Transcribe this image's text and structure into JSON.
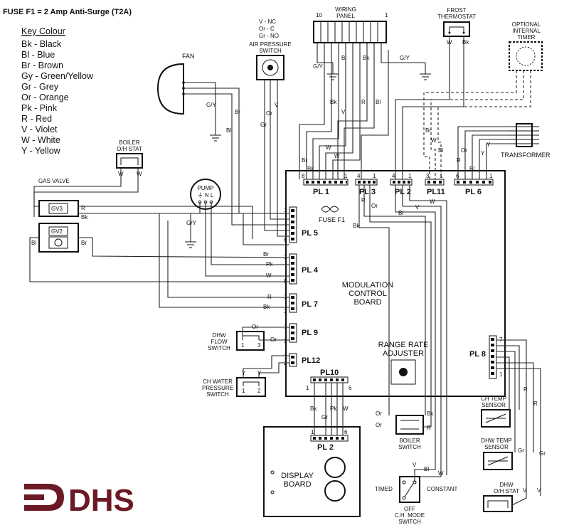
{
  "header": {
    "fuse_note": "FUSE F1 = 2 Amp Anti-Surge (T2A)"
  },
  "key": {
    "title": "Key Colour",
    "items": [
      "Bk - Black",
      "Bl - Blue",
      "Br - Brown",
      "Gy - Green/Yellow",
      "Gr - Grey",
      "Or - Orange",
      "Pk - Pink",
      "R - Red",
      "V - Violet",
      "W - White",
      "Y - Yellow"
    ]
  },
  "components": {
    "fan": "FAN",
    "air_switch_legend": [
      "V - NC",
      "Or - C",
      "Gr - NO"
    ],
    "air_switch_name": [
      "AIR PRESSURE",
      "SWITCH"
    ],
    "wiring_panel_name": [
      "WIRING",
      "PANEL"
    ],
    "wiring_panel_pin_left": "10",
    "wiring_panel_pin_right": "1",
    "frost_thermostat": [
      "FROST",
      "THERMOSTAT"
    ],
    "optional_timer": [
      "OPTIONAL",
      "INTERNAL",
      "TIMER"
    ],
    "transformer": "TRANSFORMER",
    "boiler_oh_stat": [
      "BOILER",
      "O/H STAT"
    ],
    "gas_valve": "GAS VALVE",
    "gv3": "GV3",
    "gv2": "GV2",
    "pump": "PUMP",
    "pump_terminals": "⏚ N L",
    "board": [
      "MODULATION",
      "CONTROL",
      "BOARD"
    ],
    "fuse_f1": "FUSE F1",
    "range_rate": [
      "RANGE RATE",
      "ADJUSTER"
    ],
    "dhw_flow_switch": [
      "DHW",
      "FLOW",
      "SWITCH"
    ],
    "ch_water_switch": [
      "CH WATER",
      "PRESSURE",
      "SWITCH"
    ],
    "display_board": [
      "DISPLAY",
      "BOARD"
    ],
    "boiler_switch": [
      "BOILER",
      "SWITCH"
    ],
    "ch_temp_sensor": [
      "CH TEMP",
      "SENSOR"
    ],
    "dhw_temp_sensor": [
      "DHW TEMP",
      "SENSOR"
    ],
    "dhw_oh_stat": [
      "DHW",
      "O/H STAT"
    ],
    "mode_switch": [
      "OFF",
      "C.H. MODE",
      "SWITCH"
    ],
    "timed": "TIMED",
    "constant": "CONSTANT"
  },
  "connectors": {
    "pl1": "PL 1",
    "pl2": "PL 2",
    "pl3": "PL 3",
    "pl4": "PL 4",
    "pl5": "PL 5",
    "pl6": "PL 6",
    "pl7": "PL 7",
    "pl8": "PL 8",
    "pl9": "PL 9",
    "pl10": "PL10",
    "pl11": "PL11",
    "pl12": "PL12",
    "pl2_display": "PL 2"
  },
  "pin_numbers": {
    "pl1": [
      "8",
      "1"
    ],
    "pl3": [
      "4",
      "1"
    ],
    "pl2": [
      "4",
      "1"
    ],
    "pl11": [
      "3",
      "1"
    ],
    "pl6": [
      "6",
      "1"
    ],
    "pl5": [
      "1",
      "6"
    ],
    "pl4": [
      "1",
      "5"
    ],
    "pl7": [
      "1",
      "3"
    ],
    "pl9": [
      "1",
      "3"
    ],
    "pl12": [
      "1",
      "2"
    ],
    "pl10": [
      "1",
      "6"
    ],
    "pl8": [
      "7",
      "1"
    ],
    "pl2_display": [
      "1",
      "6"
    ],
    "switch_terms": [
      "1",
      "3",
      "1",
      "2"
    ]
  },
  "wire_labels": {
    "fan_gy": "G/Y",
    "panel_gy_l": "G/Y",
    "panel_gy_r": "G/Y",
    "pump_gy": "G/Y",
    "w": "W",
    "bk": "Bk",
    "br": "Br",
    "bl": "Bl",
    "r": "R",
    "v": "V",
    "or": "Or",
    "gr": "Gr",
    "pk": "Pk",
    "y": "Y"
  },
  "logo": {
    "text": "DHS",
    "color": "#6b1a25"
  }
}
